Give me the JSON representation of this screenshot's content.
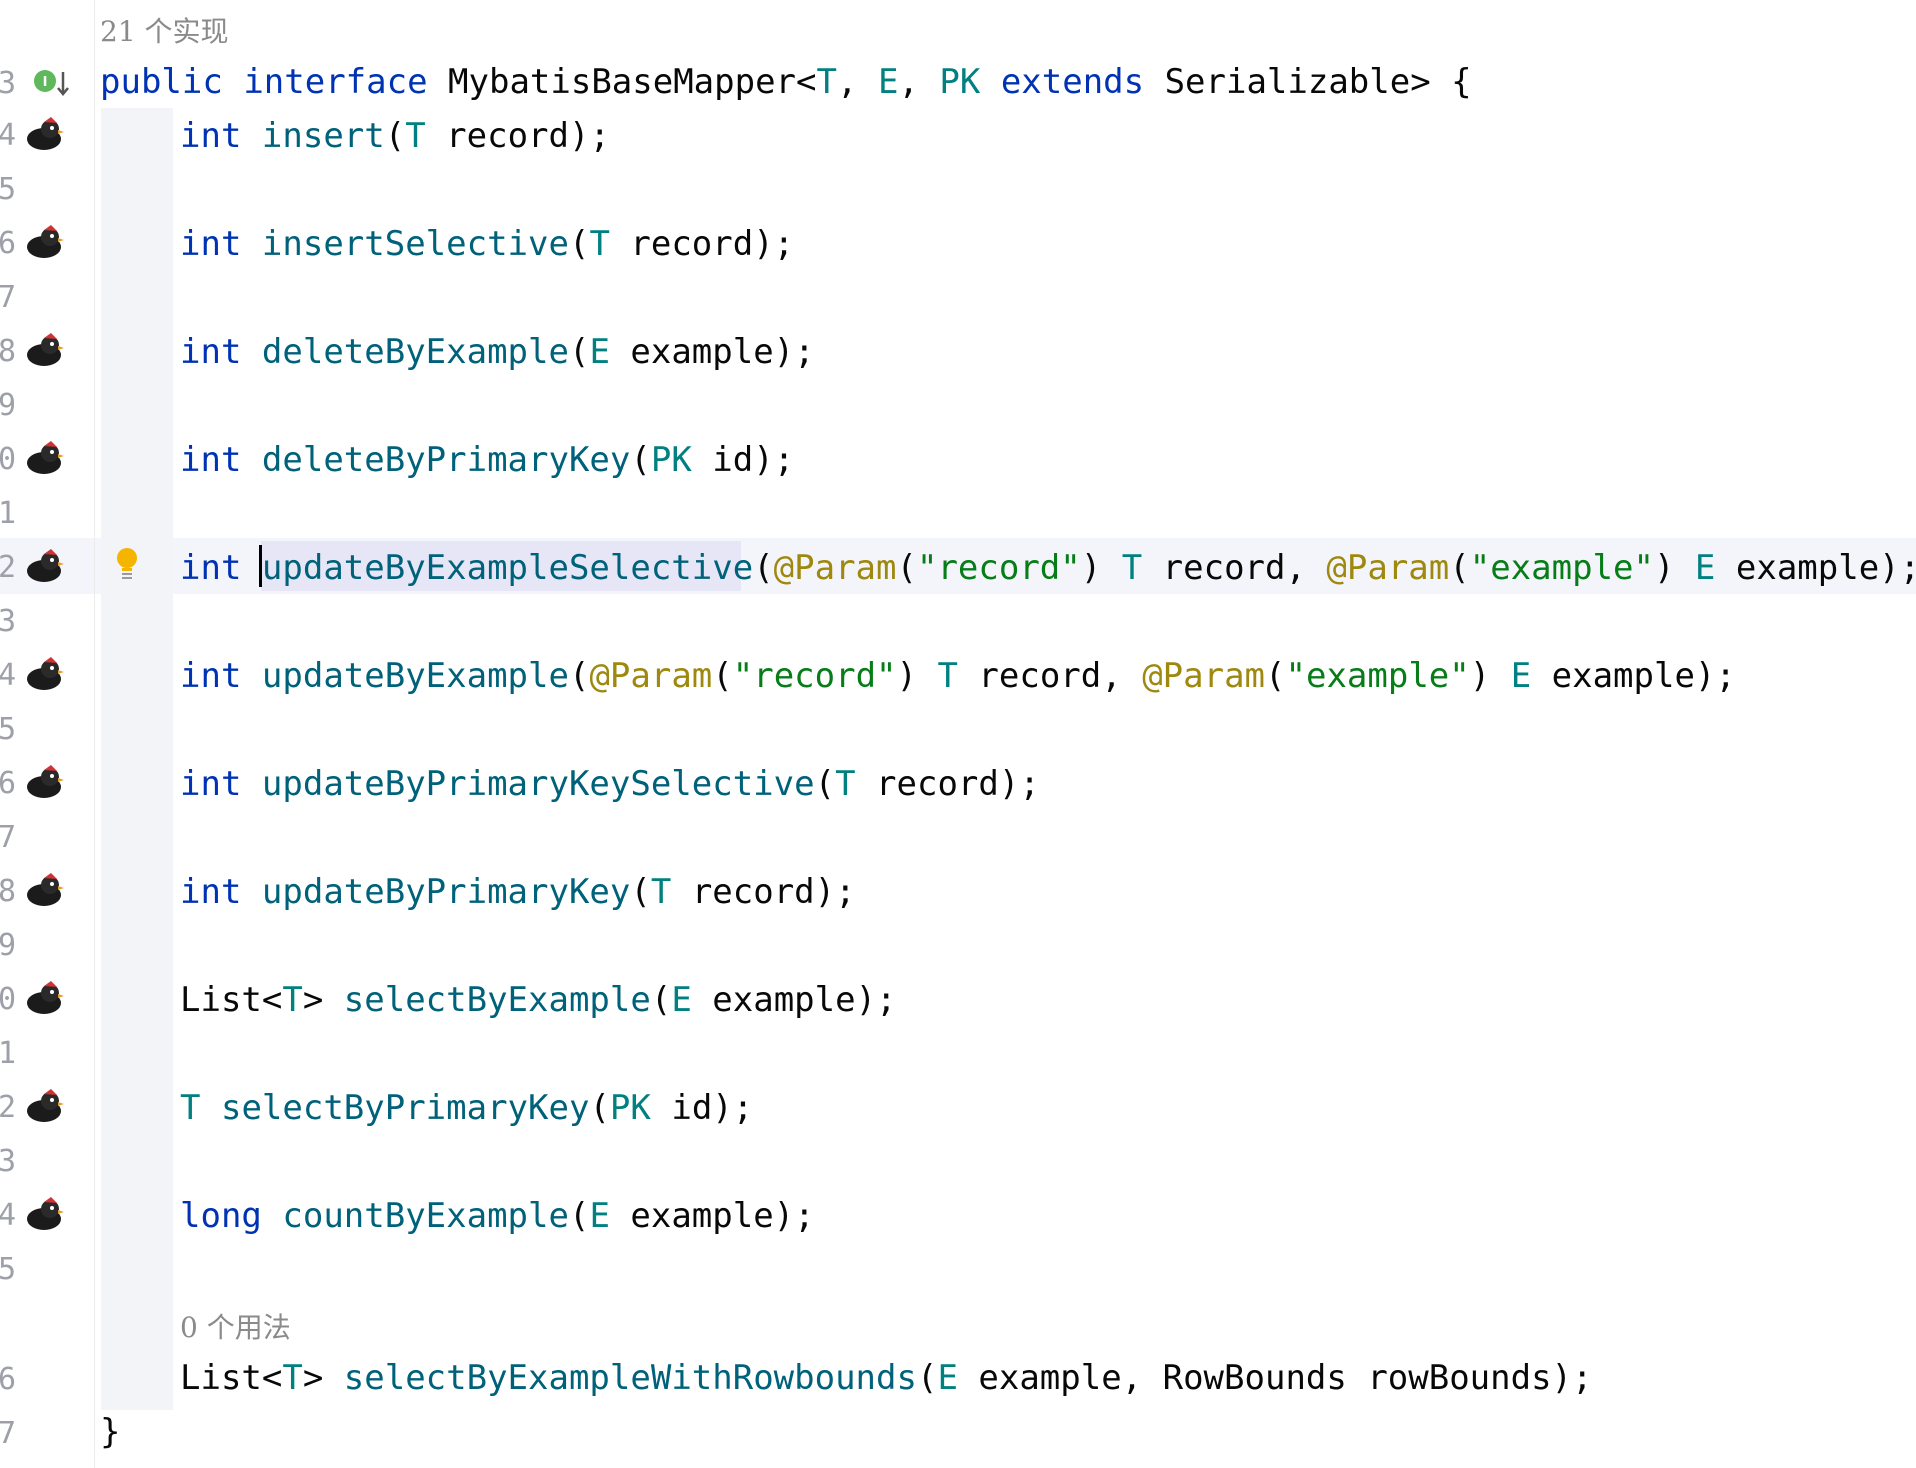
{
  "editor": {
    "impl_hint": "21 个实现",
    "usage_hint": "0 个用法",
    "line_numbers": [
      "3",
      "4",
      "5",
      "6",
      "7",
      "8",
      "9",
      "0",
      "1",
      "2",
      "3",
      "4",
      "5",
      "6",
      "7",
      "8",
      "9",
      "0",
      "1",
      "2",
      "3",
      "4",
      "5",
      "6",
      "7"
    ],
    "line1": {
      "public": "public",
      "interface": "interface",
      "name": "MybatisBaseMapper<",
      "t": "T",
      "c1": ", ",
      "e": "E",
      "c2": ", ",
      "pk": "PK",
      "sp": " ",
      "extends": "extends",
      "rest": " Serializable> {"
    },
    "m1": {
      "ret": "int",
      "name": "insert",
      "p1": "(",
      "t": "T",
      "tail": " record);"
    },
    "m2": {
      "ret": "int",
      "name": "insertSelective",
      "p1": "(",
      "t": "T",
      "tail": " record);"
    },
    "m3": {
      "ret": "int",
      "name": "deleteByExample",
      "p1": "(",
      "t": "E",
      "tail": " example);"
    },
    "m4": {
      "ret": "int",
      "name": "deleteByPrimaryKey",
      "p1": "(",
      "t": "PK",
      "tail": " id);"
    },
    "m5": {
      "ret": "int",
      "name": "updateByExampleSelective",
      "p1": "(",
      "a1": "@Param",
      "s1": "(",
      "str1": "\"record\"",
      "s2": ") ",
      "t1": "T",
      "r1": " record, ",
      "a2": "@Param",
      "s3": "(",
      "str2": "\"example\"",
      "s4": ") ",
      "t2": "E",
      "tail": " example);"
    },
    "m6": {
      "ret": "int",
      "name": "updateByExample",
      "p1": "(",
      "a1": "@Param",
      "s1": "(",
      "str1": "\"record\"",
      "s2": ") ",
      "t1": "T",
      "r1": " record, ",
      "a2": "@Param",
      "s3": "(",
      "str2": "\"example\"",
      "s4": ") ",
      "t2": "E",
      "tail": " example);"
    },
    "m7": {
      "ret": "int",
      "name": "updateByPrimaryKeySelective",
      "p1": "(",
      "t": "T",
      "tail": " record);"
    },
    "m8": {
      "ret": "int",
      "name": "updateByPrimaryKey",
      "p1": "(",
      "t": "T",
      "tail": " record);"
    },
    "m9": {
      "pre": "List<",
      "t": "T",
      "post": "> ",
      "name": "selectByExample",
      "p1": "(",
      "t2": "E",
      "tail": " example);"
    },
    "m10": {
      "t": "T",
      "sp": " ",
      "name": "selectByPrimaryKey",
      "p1": "(",
      "t2": "PK",
      "tail": " id);"
    },
    "m11": {
      "ret": "long",
      "name": "countByExample",
      "p1": "(",
      "t": "E",
      "tail": " example);"
    },
    "m12": {
      "pre": "List<",
      "t": "T",
      "post": "> ",
      "name": "selectByExampleWithRowbounds",
      "p1": "(",
      "t2": "E",
      "tail": " example, RowBounds rowBounds);"
    },
    "closing": "}"
  },
  "icons": {
    "implemented": "interface-implemented-icon",
    "mapper": "mybatis-bird-icon",
    "intention": "lightbulb-icon"
  },
  "colors": {
    "keyword": "#0033b3",
    "method": "#00627a",
    "type_param": "#008080",
    "annotation": "#9e880d",
    "string": "#067d17"
  }
}
